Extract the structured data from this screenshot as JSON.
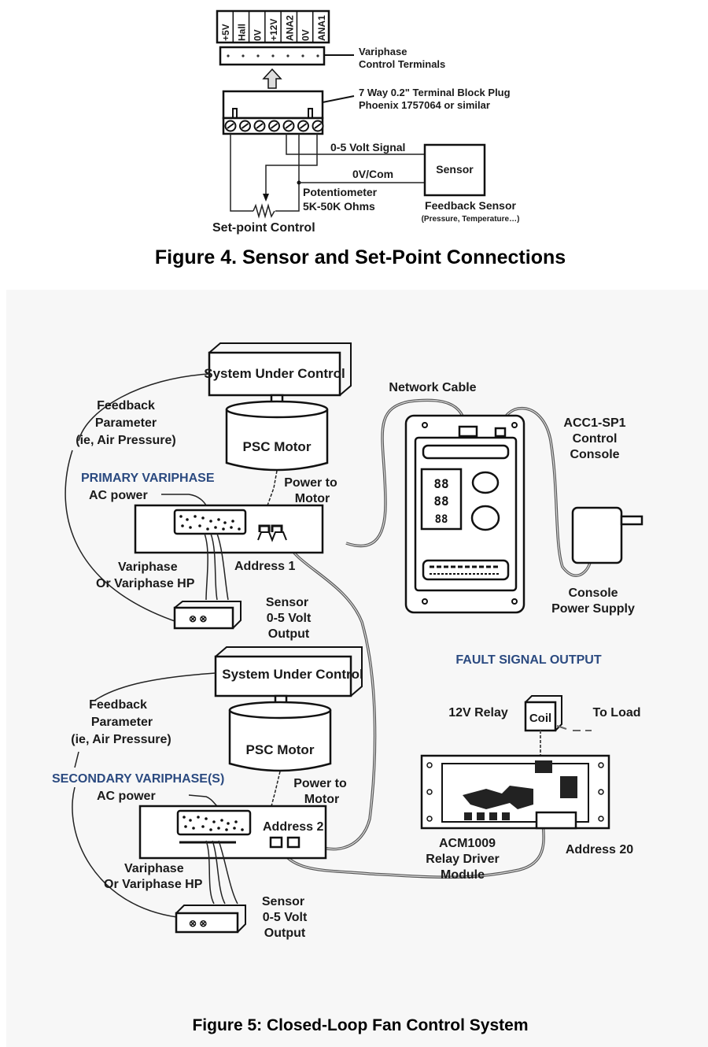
{
  "figure4": {
    "caption": "Figure 4. Sensor and Set-Point Connections",
    "terminal_labels": [
      "+5V",
      "Hall",
      "0V",
      "+12V",
      "ANA2",
      "0V",
      "ANA1"
    ],
    "terminals_label": [
      "Variphase",
      "Control Terminals"
    ],
    "plug_label": [
      "7 Way 0.2\" Terminal Block Plug",
      "Phoenix 1757064 or similar"
    ],
    "signal_label": "0-5 Volt Signal",
    "com_label": "0V/Com",
    "sensor_box": "Sensor",
    "pot_label": [
      "Potentiometer",
      "5K-50K Ohms"
    ],
    "setpoint_label": "Set-point Control",
    "feedback_sensor": "Feedback Sensor",
    "feedback_sensor_note": "(Pressure, Temperature…)"
  },
  "figure5": {
    "caption": "Figure 5: Closed-Loop Fan Control System",
    "primary": {
      "system_label": "System Under Control",
      "motor_label": "PSC Motor",
      "feedback_label": [
        "Feedback",
        "Parameter",
        "(ie, Air Pressure)"
      ],
      "heading": "PRIMARY VARIPHASE",
      "ac_power": "AC power",
      "power_to_motor": [
        "Power to",
        "Motor"
      ],
      "variphase_label": [
        "Variphase",
        "Or Variphase HP"
      ],
      "address": "Address 1",
      "sensor_label": [
        "Sensor",
        "0-5 Volt",
        "Output"
      ]
    },
    "secondary": {
      "system_label": "System Under Control",
      "motor_label": "PSC Motor",
      "feedback_label": [
        "Feedback",
        "Parameter",
        "(ie, Air Pressure)"
      ],
      "heading": "SECONDARY VARIPHASE(S)",
      "ac_power": "AC power",
      "power_to_motor": [
        "Power to",
        "Motor"
      ],
      "variphase_label": [
        "Variphase",
        "Or Variphase HP"
      ],
      "address": "Address 2",
      "sensor_label": [
        "Sensor",
        "0-5 Volt",
        "Output"
      ]
    },
    "network_cable": "Network Cable",
    "console_label": [
      "ACC1-SP1",
      "Control",
      "Console"
    ],
    "power_supply_label": [
      "Console",
      "Power Supply"
    ],
    "fault_heading": "FAULT SIGNAL OUTPUT",
    "relay_label": "12V Relay",
    "coil_label": "Coil",
    "to_load": "To Load",
    "relay_module_label": [
      "ACM1009",
      "Relay Driver",
      "Module"
    ],
    "relay_address": "Address 20"
  },
  "colors": {
    "heading_blue": "#2b4a80",
    "ink": "#111111",
    "cable_gray": "#555555"
  }
}
